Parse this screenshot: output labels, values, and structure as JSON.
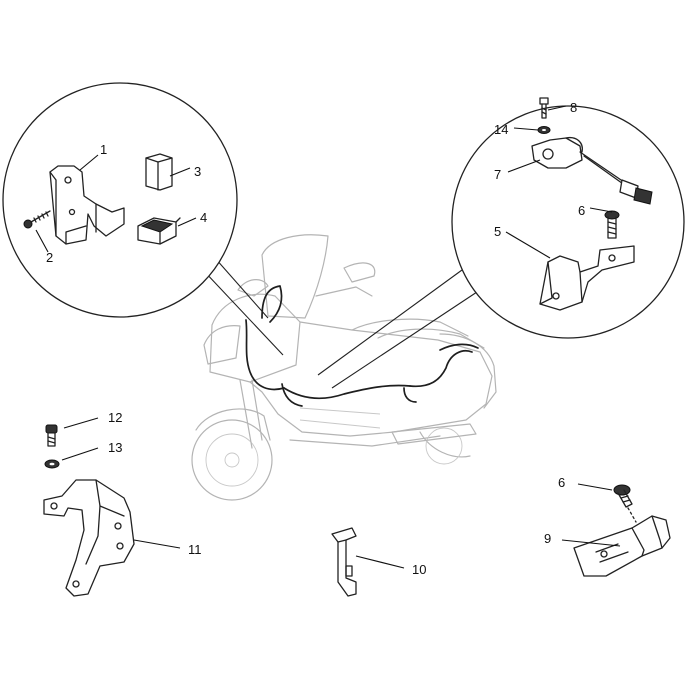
{
  "diagram": {
    "callouts": [
      "1",
      "2",
      "3",
      "4",
      "5",
      "6",
      "7",
      "8",
      "14",
      "6",
      "12",
      "13",
      "11",
      "10",
      "6",
      "9"
    ]
  }
}
